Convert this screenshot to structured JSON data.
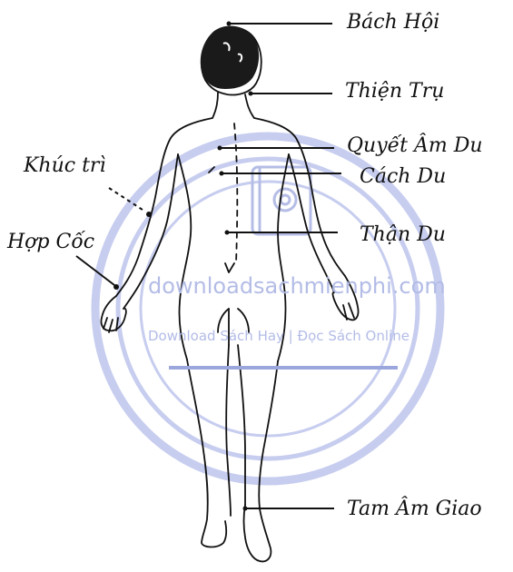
{
  "labels": {
    "bach_hoi": "Bách Hội",
    "thien_tru": "Thiện Trụ",
    "quyet_am_du": "Quyết Âm Du",
    "cach_du": "Cách Du",
    "than_du": "Thận Du",
    "tam_am_giao": "Tam Âm Giao",
    "khuc_tri": "Khúc trì",
    "hop_coc": "Hợp Cốc"
  },
  "watermark": {
    "site": "downloadsachmienphi.com",
    "tagline": "Download Sách Hay | Đọc Sách Online",
    "color": "#b8c0e8",
    "line_color": "#9aa6dc"
  },
  "colors": {
    "ink": "#111111"
  }
}
